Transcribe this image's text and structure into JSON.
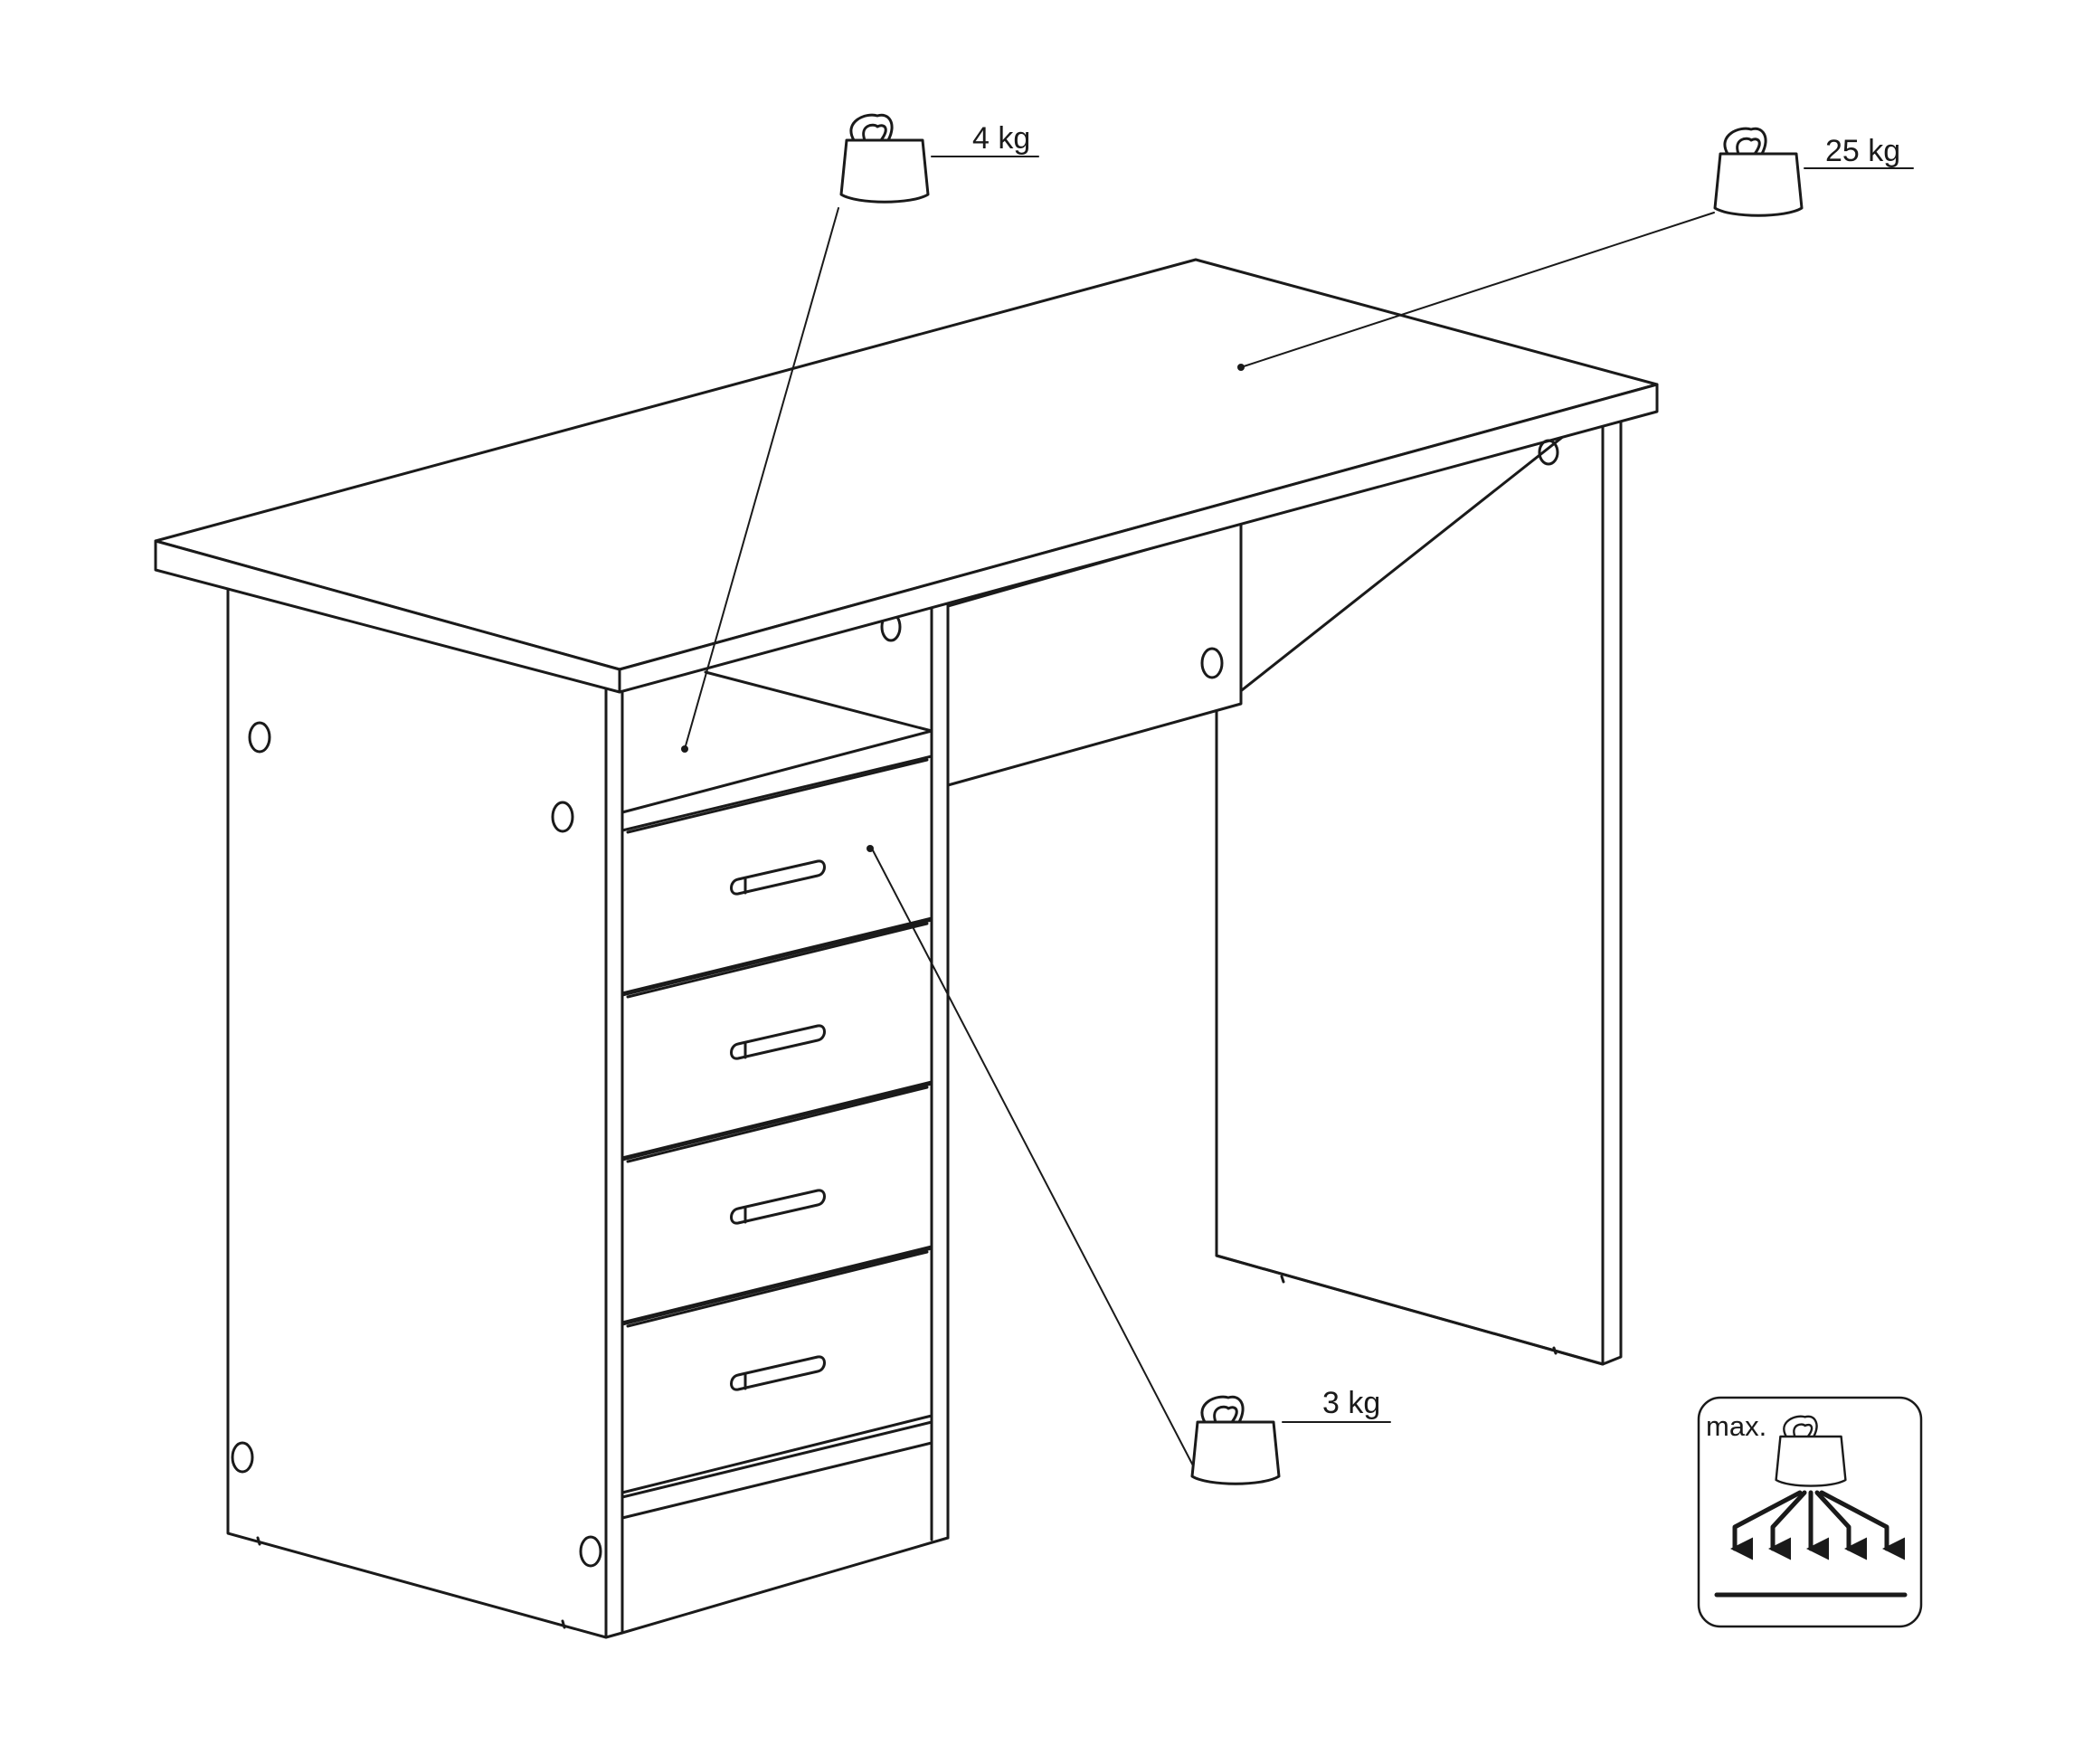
{
  "labels": {
    "shelf_load": "4 kg",
    "top_load": "25 kg",
    "drawer_load": "3 kg"
  },
  "legend": {
    "text": "max.",
    "icon": "max-load-icon"
  },
  "icons": {
    "weight": "weight-icon",
    "handle": "drawer-handle-icon",
    "hole": "hole-icon"
  },
  "colors": {
    "line": "#1a1a1a",
    "background": "#ffffff"
  }
}
